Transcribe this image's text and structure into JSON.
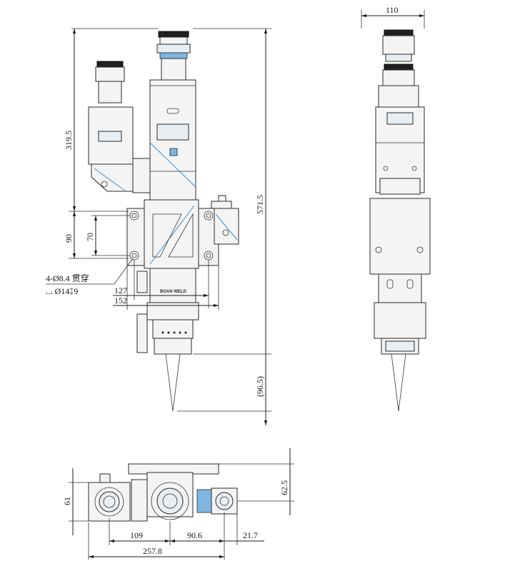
{
  "drawing": {
    "front_view": {
      "dimensions": {
        "total_height": "571.5",
        "upper_height": "319.5",
        "nozzle_height": "(96.5)",
        "hole_spacing_outer": "90",
        "hole_spacing_inner": "70",
        "width_127": "127",
        "width_152": "152"
      },
      "hole_note_line1": "4-Ø8.4 贯穿",
      "hole_note_line2": "⌴ Ø14↧9",
      "body_label": "BOAN WELD"
    },
    "side_view": {
      "dimensions": {
        "width": "110"
      }
    },
    "top_view": {
      "dimensions": {
        "height_61": "61",
        "height_62_5": "62.5",
        "width_109": "109",
        "width_90_6": "90.6",
        "width_21_7": "21.7",
        "width_257_8": "257.8"
      }
    }
  }
}
